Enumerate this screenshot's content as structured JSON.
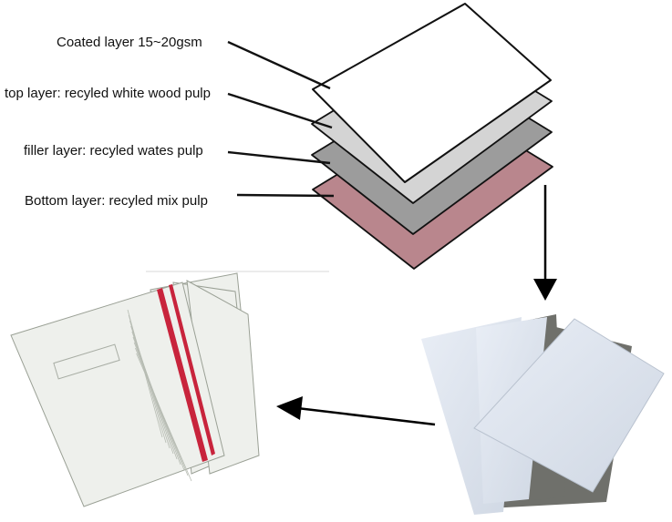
{
  "layers": [
    {
      "label": "Coated layer 15~20gsm",
      "color": "#ffffff"
    },
    {
      "label": "top layer: recyled white wood pulp",
      "color": "#d4d4d4"
    },
    {
      "label": "filler layer: recyled wates pulp",
      "color": "#9c9c9c"
    },
    {
      "label": "Bottom  layer: recyled mix pulp",
      "color": "#b9868d"
    }
  ],
  "colors": {
    "outline": "#111111",
    "arrow": "#000000",
    "board_grey": "#6f706b",
    "board_white": "#dde4ee",
    "envelope": "#eef0ec",
    "envelope_stripe": "#c8243c"
  }
}
